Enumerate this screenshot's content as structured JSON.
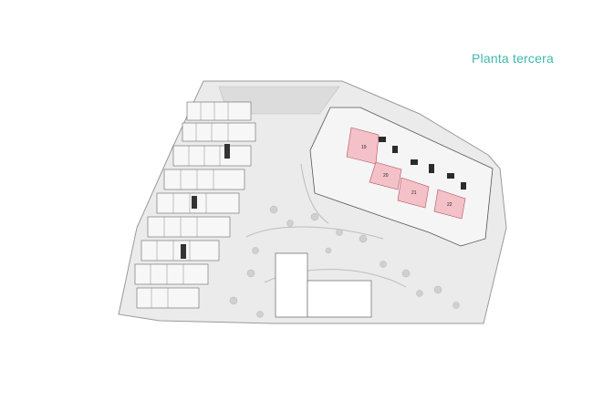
{
  "title": "Planta tercera",
  "colors": {
    "accent_title": "#3fb8ad",
    "unit_fill": "#f4c1c8",
    "site_fill": "#e9e9e9",
    "building_fill": "#f7f7f7",
    "pool_fill": "#ffffff",
    "line": "#555555"
  },
  "units": [
    {
      "label": "19"
    },
    {
      "label": "20"
    },
    {
      "label": "21"
    },
    {
      "label": "22"
    }
  ]
}
